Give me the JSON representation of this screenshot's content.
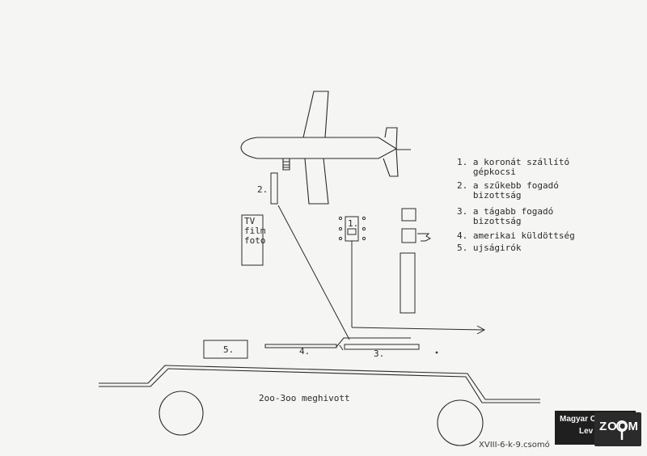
{
  "legend": [
    {
      "label": "1. a koronát szállító\n   gépkocsi"
    },
    {
      "label": "2. a szűkebb fogadó\n   bizottság"
    },
    {
      "label": "3. a tágabb fogadó\n   bizottság"
    },
    {
      "label": "4. amerikai küldöttség"
    },
    {
      "label": "5. ujságirók"
    }
  ],
  "tv_label": "TV\nfilm\nfoto",
  "markers": {
    "one": "1.",
    "two": "2.",
    "three": "3.",
    "four": "4.",
    "five": "5."
  },
  "caption": "2oo-3oo meghivott",
  "handwritten_note": "XVIII-6-k-9.csomó",
  "stamp": {
    "line1": "Magyar Országos",
    "line2": "Lev"
  },
  "zoom_logo": "ZOOM",
  "colors": {
    "paper": "#f5f5f3",
    "ink": "#2a2a2a",
    "stamp": "#1f1f1f"
  }
}
